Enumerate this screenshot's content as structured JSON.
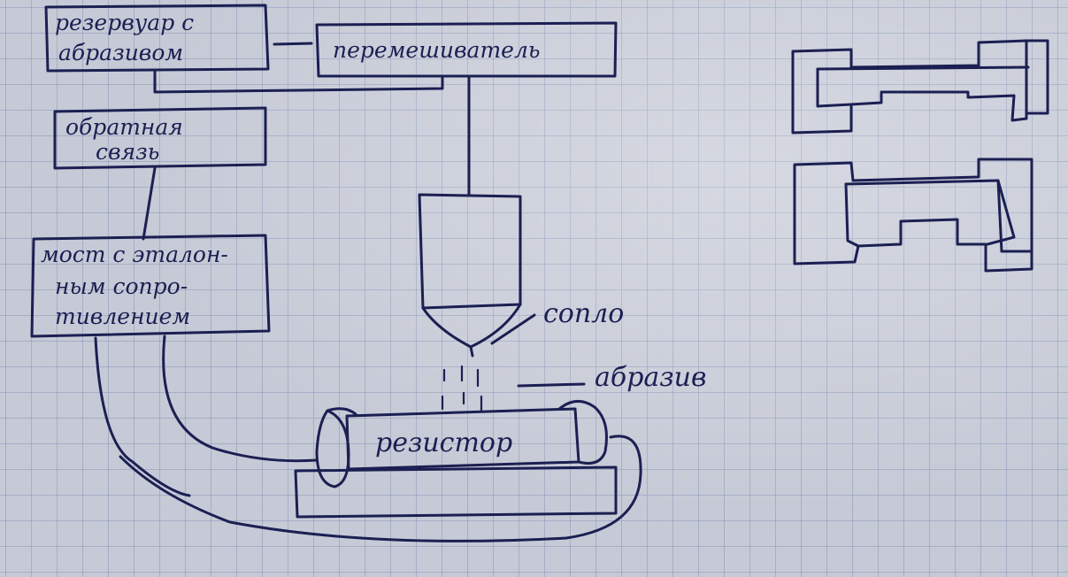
{
  "diagram": {
    "blocks": {
      "abrasive_reservoir": {
        "line1": "резервуар с",
        "line2": "абразивом"
      },
      "mixer": {
        "label": "перемешиватель"
      },
      "feedback": {
        "line1": "обратная",
        "line2": "связь"
      },
      "bridge": {
        "line1": "мост с эталон-",
        "line2": "ным сопро-",
        "line3": "тивлением"
      }
    },
    "annotations": {
      "nozzle": "сопло",
      "abrasive": "абразив",
      "resistor": "резистор"
    }
  },
  "colors": {
    "ink": "#1b1f52",
    "paper": "#c6cad6",
    "grid": "#7d8cb4"
  }
}
